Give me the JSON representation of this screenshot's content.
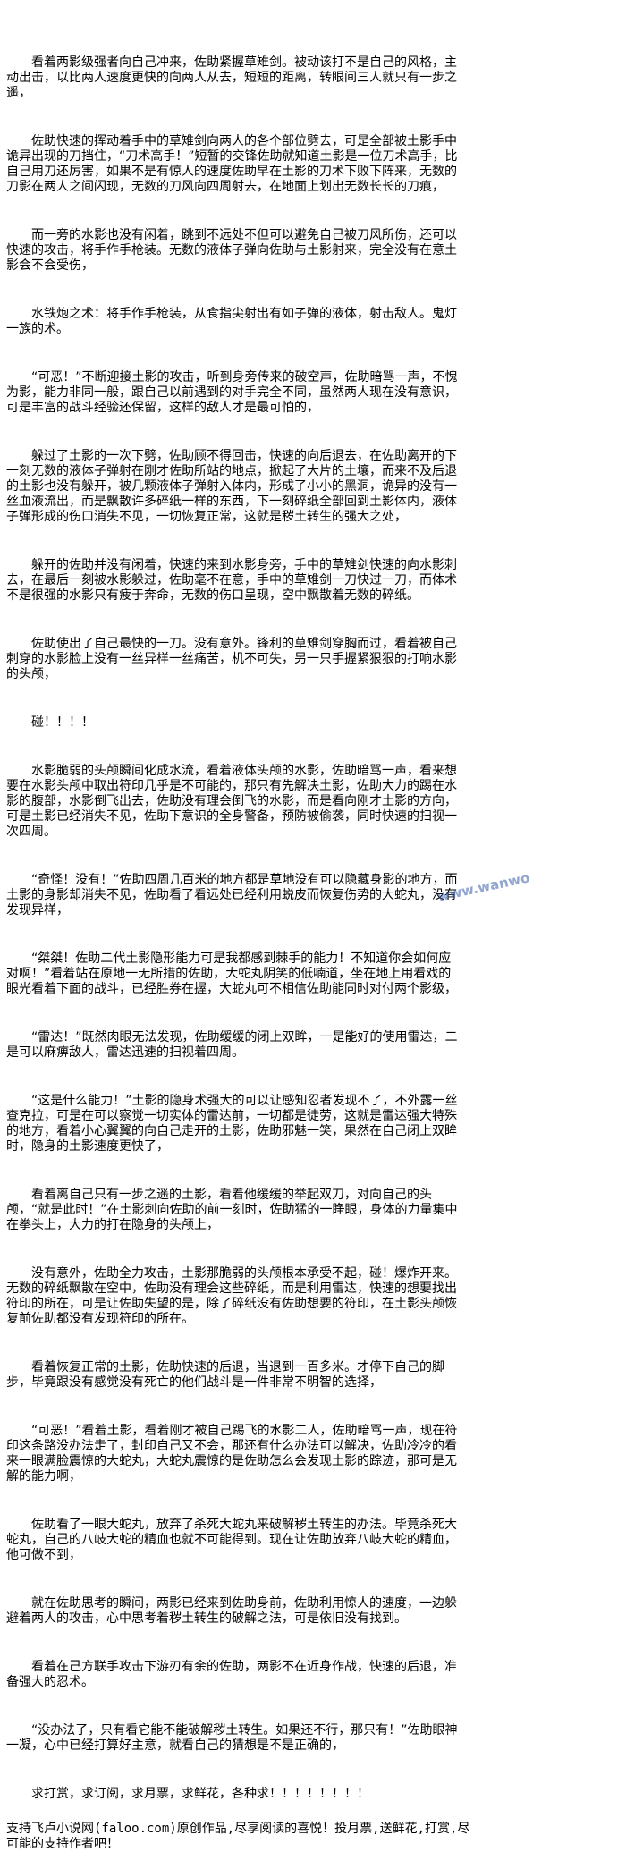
{
  "paragraphs": [
    "看着两影级强者向自己冲来，佐助紧握草雉剑。被动该打不是自己的风格，主动出击，以比两人速度更快的向两人从去，短短的距离，转眼间三人就只有一步之遥，",
    "佐助快速的挥动着手中的草雉剑向两人的各个部位劈去，可是全部被土影手中诡异出现的刀挡住，“刀术高手！”短暂的交锋佐助就知道土影是一位刀术高手，比自己用刀还厉害，如果不是有惊人的速度佐助早在土影的刀术下败下阵来，无数的刀影在两人之间闪现，无数的刀风向四周射去，在地面上划出无数长长的刀痕，",
    "而一旁的水影也没有闲着，跳到不远处不但可以避免自己被刀风所伤，还可以快速的攻击，将手作手枪装。无数的液体子弹向佐助与土影射来，完全没有在意土影会不会受伤，",
    "水铁炮之术：将手作手枪装，从食指尖射出有如子弹的液体，射击敌人。鬼灯一族的术。",
    "“可恶！”不断迎接土影的攻击，听到身旁传来的破空声，佐助暗骂一声，不愧为影，能力非同一般，跟自己以前遇到的对手完全不同，虽然两人现在没有意识，可是丰富的战斗经验还保留，这样的敌人才是最可怕的，",
    "躲过了土影的一次下劈，佐助顾不得回击，快速的向后退去，在佐助离开的下一刻无数的液体子弹射在刚才佐助所站的地点，掀起了大片的土壤，而来不及后退的土影也没有躲开，被几颗液体子弹射入体内，形成了小小的黑洞，诡异的没有一丝血液流出，而是飘散许多碎纸一样的东西，下一刻碎纸全部回到土影体内，液体子弹形成的伤口消失不见，一切恢复正常，这就是秽土转生的强大之处，",
    "躲开的佐助并没有闲着，快速的来到水影身旁，手中的草雉剑快速的向水影刺去，在最后一刻被水影躲过，佐助毫不在意，手中的草雉剑一刀快过一刀，而体术不是很强的水影只有疲于奔命，无数的伤口呈现，空中飘散着无数的碎纸。",
    "佐助使出了自己最快的一刀。没有意外。锋利的草雉剑穿胸而过，看着被自己刺穿的水影脸上没有一丝异样一丝痛苦，机不可失，另一只手握紧狠狠的打响水影的头颅，",
    "碰！！！！",
    "水影脆弱的头颅瞬间化成水流，看着液体头颅的水影，佐助暗骂一声，看来想要在水影头颅中取出符印几乎是不可能的，那只有先解决土影，佐助大力的踢在水影的腹部，水影倒飞出去，佐助没有理会倒飞的水影，而是看向刚才土影的方向，可是土影已经消失不见，佐助下意识的全身警备，预防被偷袭，同时快速的扫视一次四周。",
    "“奇怪！没有！”佐助四周几百米的地方都是草地没有可以隐藏身影的地方，而土影的身影却消失不见，佐助看了看远处已经利用蜕皮而恢复伤势的大蛇丸，没有发现异样，",
    "“桀桀！佐助二代土影隐形能力可是我都感到棘手的能力！不知道你会如何应对啊！”看着站在原地一无所措的佐助，大蛇丸阴笑的低喃道，坐在地上用看戏的眼光看着下面的战斗，已经胜券在握，大蛇丸可不相信佐助能同时对付两个影级，",
    "“雷达！”既然肉眼无法发现，佐助缓缓的闭上双眸，一是能好的使用雷达，二是可以麻痹敌人，雷达迅速的扫视着四周。",
    "“这是什么能力！”土影的隐身术强大的可以让感知忍者发现不了，不外露一丝查克拉，可是在可以察觉一切实体的雷达前，一切都是徒劳，这就是雷达强大特殊的地方，看着小心翼翼的向自己走开的土影，佐助邪魅一笑，果然在自己闭上双眸时，隐身的土影速度更快了，",
    "看着离自己只有一步之遥的土影，看着他缓缓的举起双刀，对向自己的头颅，“就是此时！”在土影刺向佐助的前一刻时，佐助猛的一睁眼，身体的力量集中在拳头上，大力的打在隐身的头颅上，",
    "没有意外，佐助全力攻击，土影那脆弱的头颅根本承受不起，碰！爆炸开来。无数的碎纸飘散在空中，佐助没有理会这些碎纸，而是利用雷达，快速的想要找出符印的所在，可是让佐助失望的是，除了碎纸没有佐助想要的符印，在土影头颅恢复前佐助都没有发现符印的所在。",
    "看着恢复正常的土影，佐助快速的后退，当退到一百多米。才停下自己的脚步，毕竟跟没有感觉没有死亡的他们战斗是一件非常不明智的选择，",
    "“可恶！”看着土影，看着刚才被自己踢飞的水影二人，佐助暗骂一声，现在符印这条路没办法走了，封印自己又不会，那还有什么办法可以解决，佐助冷冷的看来一眼满脸震惊的大蛇丸，大蛇丸震惊的是佐助怎么会发现土影的踪迹，那可是无解的能力啊，",
    "佐助看了一眼大蛇丸，放弃了杀死大蛇丸来破解秽土转生的办法。毕竟杀死大蛇丸，自己的八岐大蛇的精血也就不可能得到。现在让佐助放弃八岐大蛇的精血，他可做不到，",
    "就在佐助思考的瞬间，两影已经来到佐助身前，佐助利用惊人的速度，一边躲避着两人的攻击，心中思考着秽土转生的破解之法，可是依旧没有找到。",
    "看着在己方联手攻击下游刃有余的佐助，两影不在近身作战，快速的后退，准备强大的忍术。",
    "“没办法了，只有看它能不能破解秽土转生。如果还不行，那只有！”佐助眼神一凝，心中已经打算好主意，就看自己的猜想是不是正确的，",
    "求打赏，求订阅，求月票，求鲜花，各种求！！！！！！！！"
  ],
  "footer": "支持飞卢小说网(faloo.com)原创作品,尽享阅读的喜悦！投月票,送鲜花,打赏,尽可能的支持作者吧！",
  "watermark": "www.wanwo"
}
